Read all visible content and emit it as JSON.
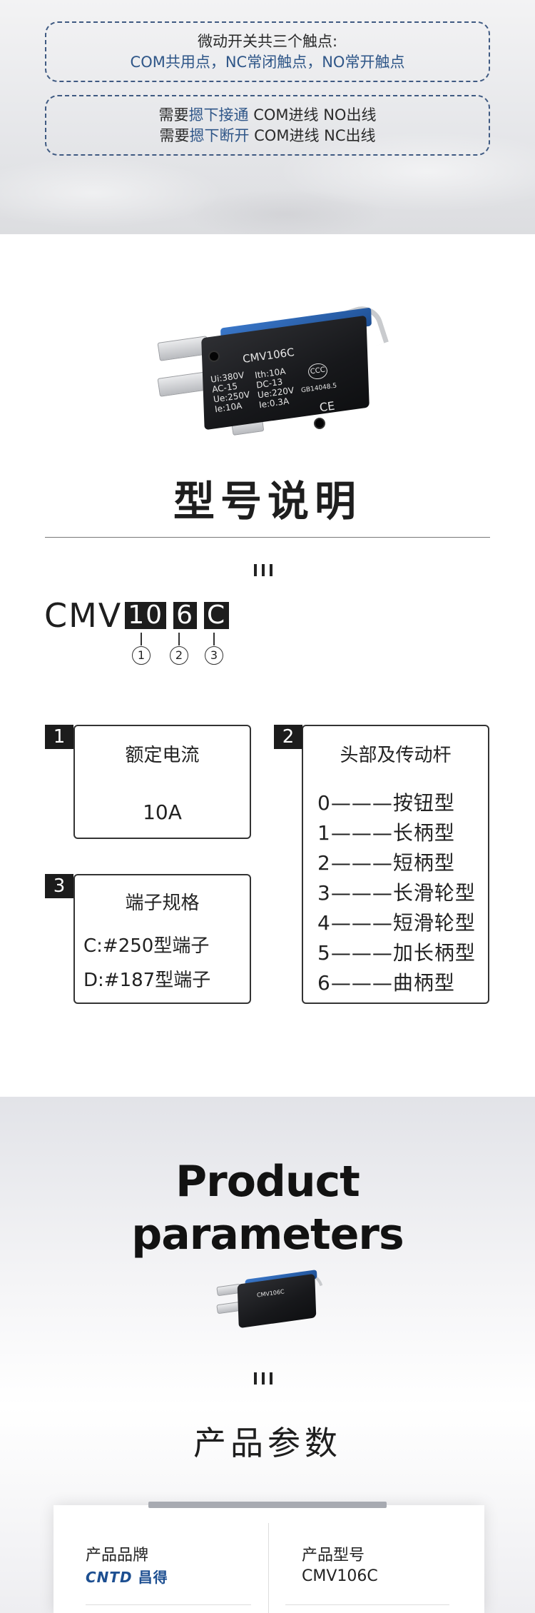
{
  "contacts": {
    "line1": "微动开关共三个触点:",
    "line2": "COM共用点，NC常闭触点，NO常开触点",
    "rows": [
      {
        "pre": "需要",
        "hl": "摁下接通",
        "post": " COM进线 NO出线"
      },
      {
        "pre": "需要",
        "hl": "摁下断开",
        "post": " COM进线 NC出线"
      }
    ]
  },
  "switch_label": {
    "model": "CMV106C",
    "left": "Ui:380V\nAC-15\nUe:250V\nIe:10A",
    "right": "Ith:10A\nDC-13\nUe:220V\nIe:0.3A",
    "cert": "GB14048.5",
    "ccc": "CCC",
    "ce": "CE"
  },
  "model_section": {
    "title": "型号说明",
    "code_prefix": "CMV",
    "code_parts": [
      "10",
      "6",
      "C"
    ],
    "markers": [
      "1",
      "2",
      "3"
    ]
  },
  "specs": {
    "current": {
      "num": "1",
      "title": "额定电流",
      "value": "10A"
    },
    "terminal": {
      "num": "3",
      "title": "端子规格",
      "items": [
        "C:#250型端子",
        "D:#187型端子"
      ]
    },
    "head": {
      "num": "2",
      "title": "头部及传动杆",
      "items": [
        "0———按钮型",
        "1———长柄型",
        "2———短柄型",
        "3———长滑轮型",
        "4———短滑轮型",
        "5———加长柄型",
        "6———曲柄型"
      ]
    }
  },
  "params": {
    "title_line1": "Product",
    "title_line2": "parameters",
    "cn_title": "产品参数",
    "brand_label": "产品品牌",
    "brand_logo": "CNTD",
    "brand_cn": "昌得",
    "model_label": "产品型号",
    "model_value": "CMV106C"
  },
  "colors": {
    "accent_blue": "#2f5688",
    "dark": "#1d1d1d"
  }
}
